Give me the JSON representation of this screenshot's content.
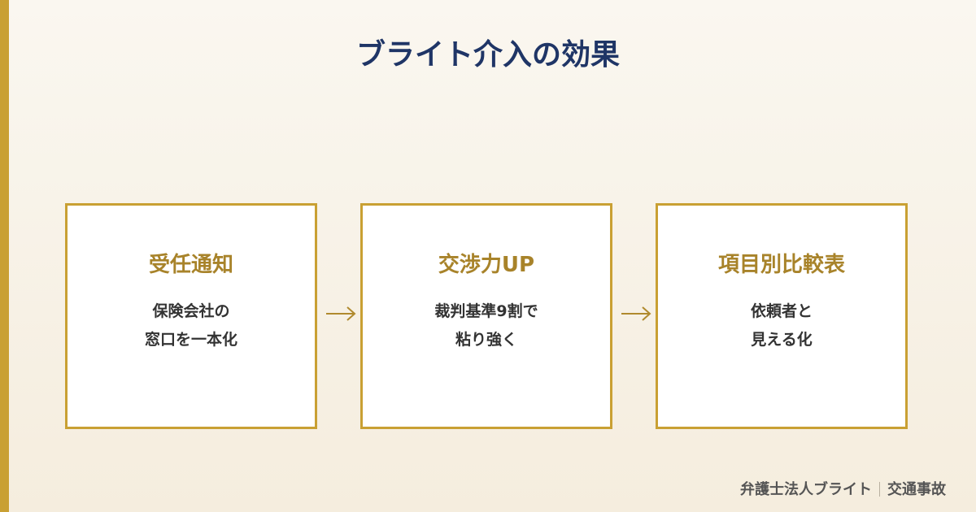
{
  "title": "ブライト介入の効果",
  "cards": [
    {
      "title": "受任通知",
      "lines": [
        "保険会社の",
        "窓口を一本化"
      ]
    },
    {
      "title": "交渉力UP",
      "lines": [
        "裁判基準9割で",
        "粘り強く"
      ]
    },
    {
      "title": "項目別比較表",
      "lines": [
        "依頼者と",
        "見える化"
      ]
    }
  ],
  "footer": {
    "firm": "弁護士法人ブライト",
    "topic": "交通事故"
  },
  "colors": {
    "accent": "#c9a033",
    "title": "#1f3566",
    "card_title": "#a8832a"
  },
  "icons": [
    "arrow-right-icon",
    "arrow-right-icon"
  ]
}
